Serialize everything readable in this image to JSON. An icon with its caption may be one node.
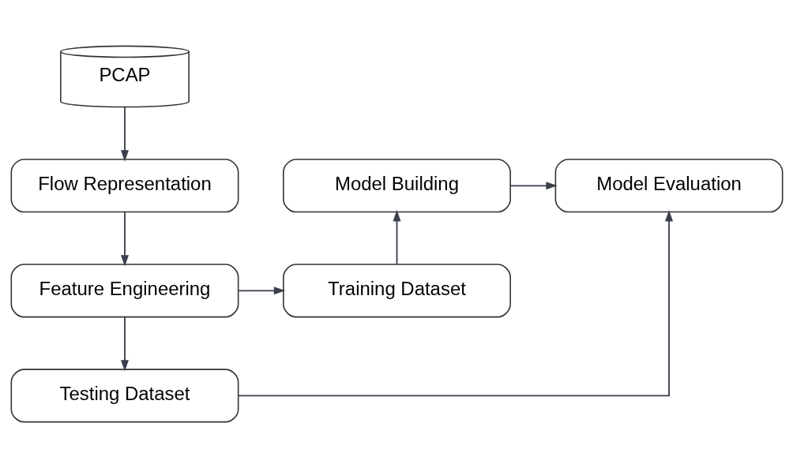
{
  "diagram": {
    "nodes": [
      {
        "text": [
          "PCAP"
        ]
      },
      {
        "text": [
          "Flow Representation"
        ]
      },
      {
        "text": [
          "Model Building"
        ]
      },
      {
        "text": [
          "Model Evaluation"
        ]
      },
      {
        "text": [
          "Feature Engineering"
        ]
      },
      {
        "text": [
          "Training Dataset"
        ]
      },
      {
        "text": [
          "Testing Dataset"
        ]
      }
    ],
    "edges": [
      {
        "from": 0,
        "to": 1,
        "arrow": "to"
      },
      {
        "from": 1,
        "to": 4,
        "arrow": "to"
      },
      {
        "from": 4,
        "to": 5,
        "arrow": "to"
      },
      {
        "from": 5,
        "to": 2,
        "arrow": "to"
      },
      {
        "from": 2,
        "to": 3,
        "arrow": "to"
      },
      {
        "from": 4,
        "to": 6,
        "arrow": "to"
      },
      {
        "from": 6,
        "to": 3,
        "arrow": "to"
      }
    ]
  }
}
